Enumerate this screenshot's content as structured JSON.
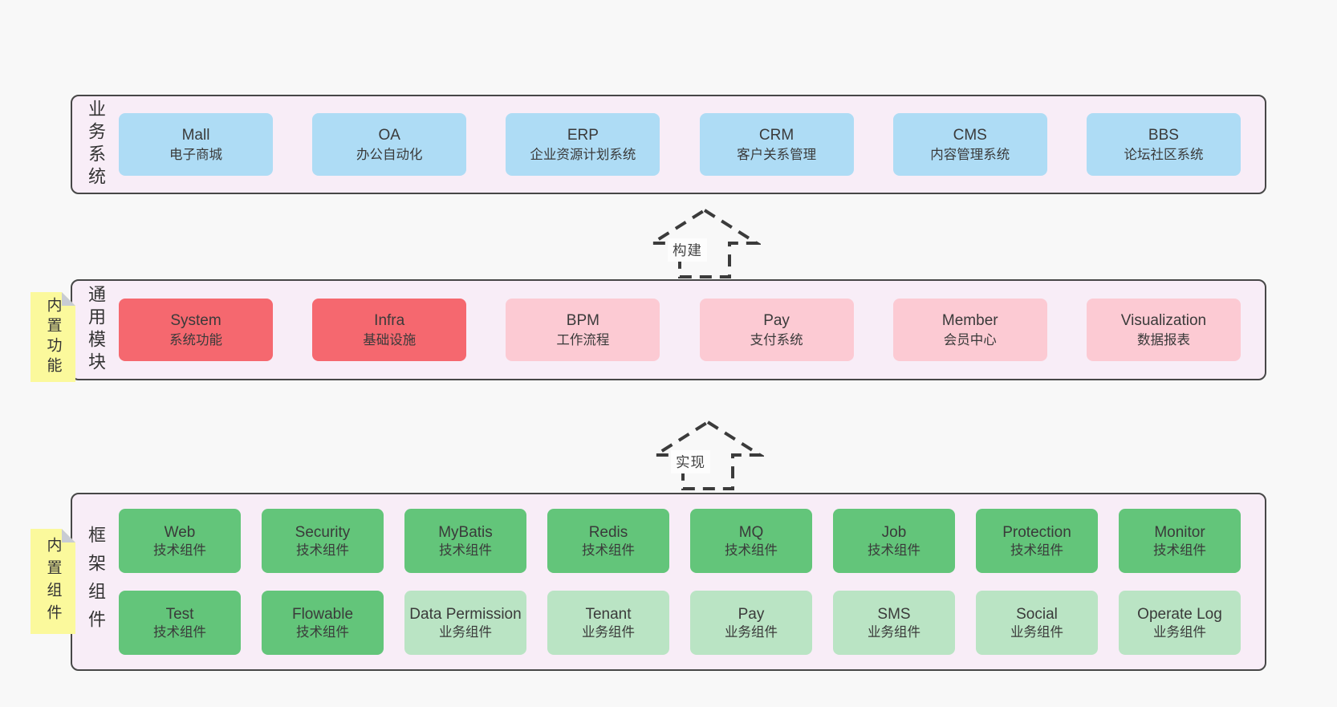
{
  "diagram": {
    "layers": [
      {
        "label": "业务系统",
        "boxes": [
          {
            "name": "Mall",
            "desc": "电子商城"
          },
          {
            "name": "OA",
            "desc": "办公自动化"
          },
          {
            "name": "ERP",
            "desc": "企业资源计划系统"
          },
          {
            "name": "CRM",
            "desc": "客户关系管理"
          },
          {
            "name": "CMS",
            "desc": "内容管理系统"
          },
          {
            "name": "BBS",
            "desc": "论坛社区系统"
          }
        ]
      },
      {
        "label": "通用模块",
        "note": "内置功能",
        "boxes": [
          {
            "name": "System",
            "desc": "系统功能"
          },
          {
            "name": "Infra",
            "desc": "基础设施"
          },
          {
            "name": "BPM",
            "desc": "工作流程"
          },
          {
            "name": "Pay",
            "desc": "支付系统"
          },
          {
            "name": "Member",
            "desc": "会员中心"
          },
          {
            "name": "Visualization",
            "desc": "数据报表"
          }
        ]
      },
      {
        "label": "框架组件",
        "note": "内置组件",
        "rows": [
          [
            {
              "name": "Web",
              "desc": "技术组件"
            },
            {
              "name": "Security",
              "desc": "技术组件"
            },
            {
              "name": "MyBatis",
              "desc": "技术组件"
            },
            {
              "name": "Redis",
              "desc": "技术组件"
            },
            {
              "name": "MQ",
              "desc": "技术组件"
            },
            {
              "name": "Job",
              "desc": "技术组件"
            },
            {
              "name": "Protection",
              "desc": "技术组件"
            },
            {
              "name": "Monitor",
              "desc": "技术组件"
            }
          ],
          [
            {
              "name": "Test",
              "desc": "技术组件"
            },
            {
              "name": "Flowable",
              "desc": "技术组件"
            },
            {
              "name": "Data Permission",
              "desc": "业务组件"
            },
            {
              "name": "Tenant",
              "desc": "业务组件"
            },
            {
              "name": "Pay",
              "desc": "业务组件"
            },
            {
              "name": "SMS",
              "desc": "业务组件"
            },
            {
              "name": "Social",
              "desc": "业务组件"
            },
            {
              "name": "Operate Log",
              "desc": "业务组件"
            }
          ]
        ]
      }
    ],
    "arrows": [
      {
        "label": "构建"
      },
      {
        "label": "实现"
      }
    ],
    "colors": {
      "page_background": "#f8f8f8",
      "container_background": "#f8edf7",
      "container_border": "#474747",
      "business_box": "#aedcf5",
      "core_module_box": "#f5686f",
      "optional_module_box": "#fccad3",
      "tech_component_box": "#63c57a",
      "biz_component_box": "#bae4c4",
      "sticky_note": "#fbf99c",
      "note_fold": "#c8ccd4",
      "text": "#3a3a3a"
    }
  }
}
